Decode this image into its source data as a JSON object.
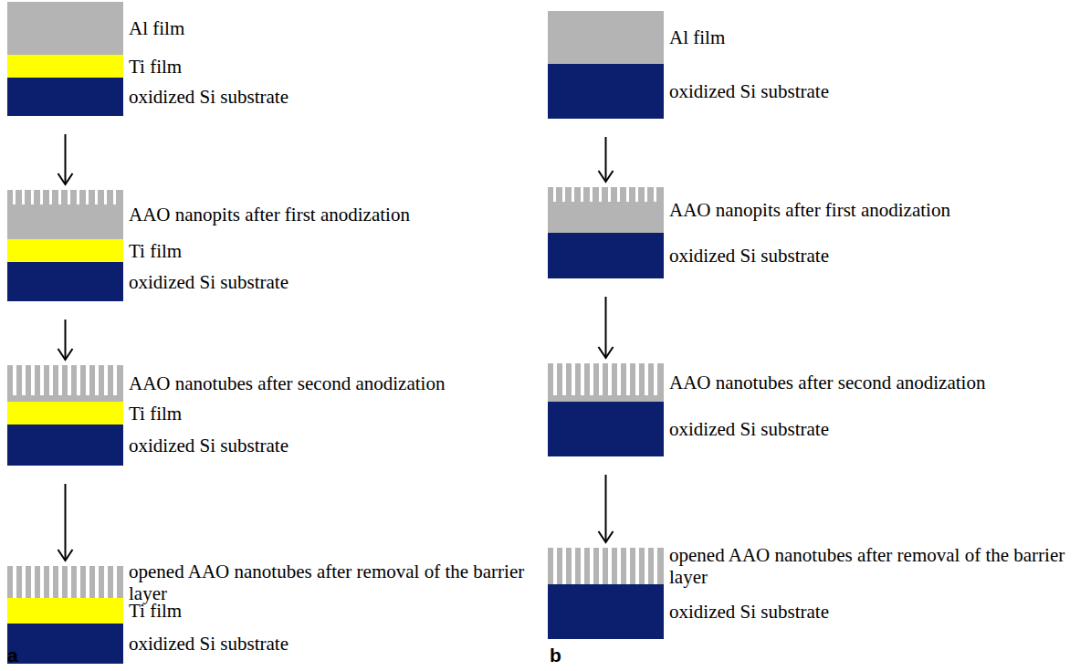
{
  "diagram": {
    "nodes": [
      {
        "text": [
          "Al film"
        ]
      },
      {
        "text": [
          "Ti film"
        ]
      },
      {
        "text": [
          "oxidized Si substrate"
        ]
      },
      {
        "text": [
          "AAO nanopits after first anodization"
        ]
      },
      {
        "text": [
          "Ti film"
        ]
      },
      {
        "text": [
          "oxidized Si substrate"
        ]
      },
      {
        "text": [
          "AAO nanotubes after second anodization"
        ]
      },
      {
        "text": [
          "Ti film"
        ]
      },
      {
        "text": [
          "oxidized Si substrate"
        ]
      },
      {
        "text": [
          "opened AAO nanotubes after removal of the barrier layer"
        ]
      },
      {
        "text": [
          "Ti film"
        ]
      },
      {
        "text": [
          "oxidized Si substrate"
        ]
      },
      {
        "text": [
          "Al film"
        ]
      },
      {
        "text": [
          "oxidized Si substrate"
        ]
      },
      {
        "text": [
          "AAO nanopits after first anodization"
        ]
      },
      {
        "text": [
          "oxidized Si substrate"
        ]
      },
      {
        "text": [
          "AAO nanotubes after second anodization"
        ]
      },
      {
        "text": [
          "oxidized Si substrate"
        ]
      },
      {
        "text": [
          "opened AAO nanotubes after removal of the barrier layer"
        ]
      },
      {
        "text": [
          "oxidized Si substrate"
        ]
      }
    ],
    "edges": [
      {
        "from": 2,
        "to": 3,
        "arrow": "to"
      },
      {
        "from": 5,
        "to": 6,
        "arrow": "to"
      },
      {
        "from": 8,
        "to": 9,
        "arrow": "to"
      },
      {
        "from": 13,
        "to": 14,
        "arrow": "to"
      },
      {
        "from": 15,
        "to": 16,
        "arrow": "to"
      },
      {
        "from": 17,
        "to": 18,
        "arrow": "to"
      }
    ],
    "labels": [
      "a",
      "b"
    ]
  }
}
